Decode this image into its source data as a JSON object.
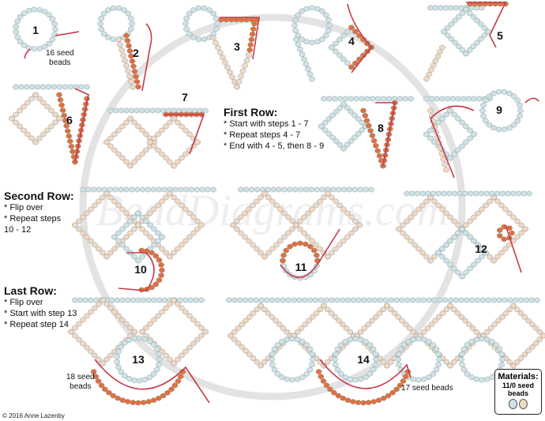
{
  "diagram": {
    "watermark": "BeadDiagrams.com",
    "copyright": "© 2016 Anne Lazenby",
    "colors": {
      "seed_blue": "#cfe3e6",
      "seed_tan": "#f3d8c3",
      "active_bead": "#e0703f",
      "thread": "#c43a4a"
    },
    "step_numbers": [
      "1",
      "2",
      "3",
      "4",
      "5",
      "6",
      "7",
      "8",
      "9",
      "10",
      "11",
      "12",
      "13",
      "14"
    ],
    "captions": {
      "step1": [
        "16 seed",
        "beads"
      ],
      "step13": [
        "18 seed",
        "beads"
      ],
      "step14": "17 seed beads"
    },
    "first_row": {
      "title": "First Row:",
      "items": [
        "* Start with steps 1 - 7",
        "* Repeat steps 4 - 7",
        "* End with 4 - 5, then 8 - 9"
      ]
    },
    "second_row": {
      "title": "Second Row:",
      "items": [
        "* Flip over",
        "* Repeat steps",
        "   10 - 12"
      ]
    },
    "last_row": {
      "title": "Last Row:",
      "items": [
        "* Flip over",
        "* Start with step 13",
        "* Repeat step 14"
      ]
    },
    "materials": {
      "title": "Materials:",
      "line1": "11/0 seed",
      "line2": "beads"
    }
  }
}
